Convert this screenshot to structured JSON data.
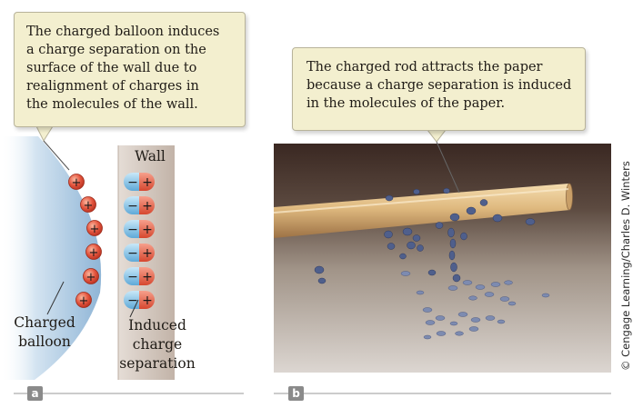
{
  "panel_a": {
    "callout_lines": [
      "The charged balloon induces",
      "a charge separation on the",
      "surface of the wall due to",
      "realignment of charges in",
      "the molecules of the wall."
    ],
    "wall_label": "Wall",
    "balloon_label": [
      "Charged",
      "balloon"
    ],
    "induced_label": [
      "Induced",
      "charge",
      "separation"
    ],
    "plus_symbol": "+",
    "minus_symbol": "−",
    "badge": "a"
  },
  "panel_b": {
    "callout_lines": [
      "The charged rod attracts the paper",
      "because a charge separation is induced",
      "in the molecules of the paper."
    ],
    "badge": "b"
  },
  "credit": "© Cengage Learning/Charles D. Winters",
  "colors": {
    "callout_bg": "#f3efcf",
    "positive_charge": "#e2553f",
    "negative_charge": "#7fc4ec",
    "balloon": "#a9c9e3",
    "wall": "#d9cfc7",
    "rod": "#dcb77f",
    "paper": "#4f5f8c"
  }
}
